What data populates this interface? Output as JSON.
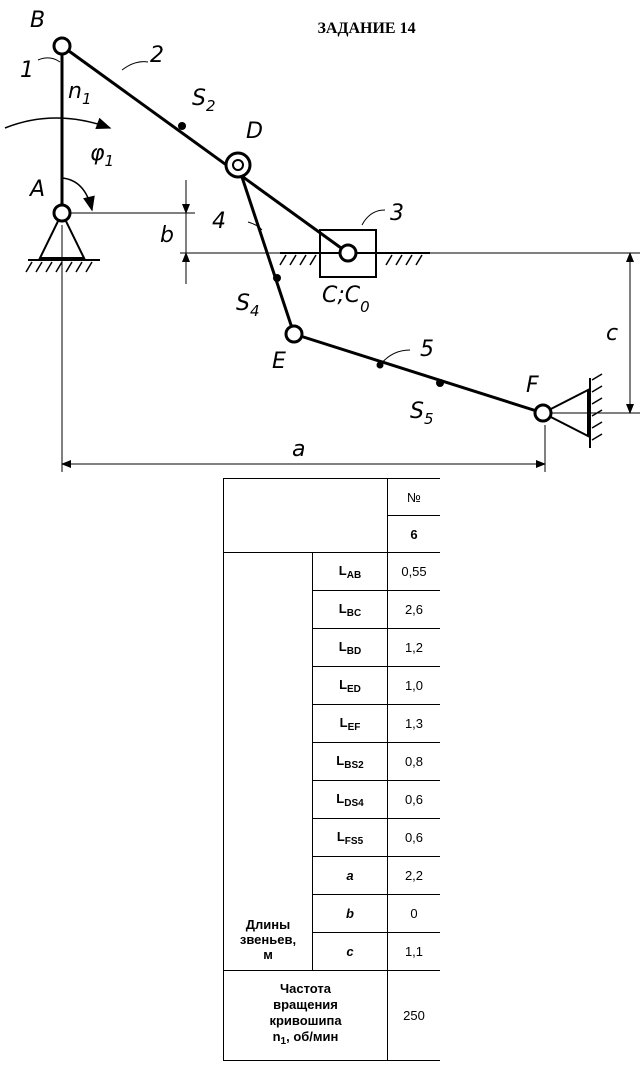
{
  "title": "ЗАДАНИЕ 14",
  "diagram": {
    "points": {
      "A": "A",
      "B": "B",
      "C": "C;C",
      "C_sub": "0",
      "D": "D",
      "E": "E",
      "F": "F"
    },
    "links": [
      "1",
      "2",
      "3",
      "4",
      "5"
    ],
    "centers": {
      "S2": "S",
      "S2_sub": "2",
      "S4": "S",
      "S4_sub": "4",
      "S5": "S",
      "S5_sub": "5"
    },
    "rotation": {
      "n": "n",
      "n_sub": "1",
      "phi": "φ",
      "phi_sub": "1"
    },
    "dims": {
      "a": "a",
      "b": "b",
      "c": "c"
    }
  },
  "table": {
    "header_no": "№",
    "variant": "6",
    "group_label": [
      "Длины",
      "звеньев,",
      "м"
    ],
    "rows": [
      {
        "param": "L",
        "sub": "AB",
        "value": "0,55"
      },
      {
        "param": "L",
        "sub": "BC",
        "value": "2,6"
      },
      {
        "param": "L",
        "sub": "BD",
        "value": "1,2"
      },
      {
        "param": "L",
        "sub": "ED",
        "value": "1,0"
      },
      {
        "param": "L",
        "sub": "EF",
        "value": "1,3"
      },
      {
        "param": "L",
        "sub": "BS2",
        "value": "0,8"
      },
      {
        "param": "L",
        "sub": "DS4",
        "value": "0,6"
      },
      {
        "param": "L",
        "sub": "FS5",
        "value": "0,6"
      },
      {
        "param": "a",
        "sub": "",
        "value": "2,2"
      },
      {
        "param": "b",
        "sub": "",
        "value": "0"
      },
      {
        "param": "c",
        "sub": "",
        "value": "1,1"
      }
    ],
    "freq_label": [
      "Частота",
      "вращения",
      "кривошипа"
    ],
    "freq_symbol": "n",
    "freq_sub": "1",
    "freq_unit": ", об/мин",
    "freq_value": "250"
  }
}
